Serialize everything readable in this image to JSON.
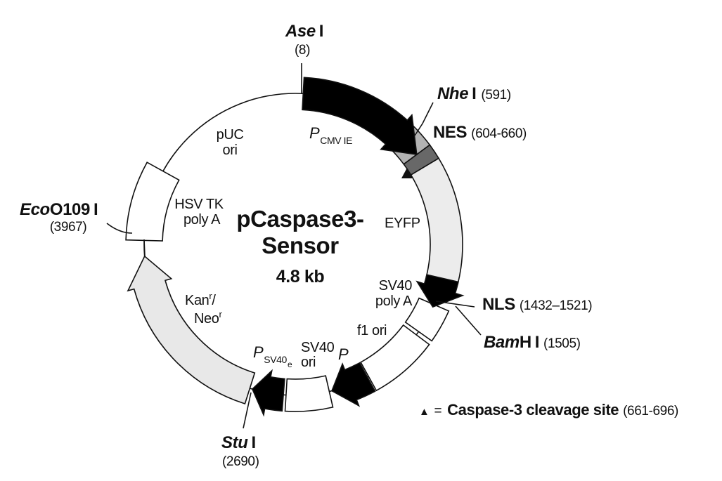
{
  "plasmid": {
    "title1": "pCaspase3-",
    "title2": "Sensor",
    "size": "4.8 kb",
    "sites": {
      "ase": {
        "it": "Ase",
        "b": "I",
        "num": "(8)"
      },
      "nhe": {
        "it": "Nhe",
        "b": "I",
        "num": "(591)"
      },
      "eco": {
        "it": "Eco",
        "b1": "O109",
        "b2": "I",
        "num": "(3967)"
      },
      "stu": {
        "it": "Stu",
        "b": "I",
        "num": "(2690)"
      },
      "bam": {
        "it": "Bam",
        "b1": "H",
        "b2": "I",
        "num": "(1505)"
      },
      "nes": {
        "b": "NES",
        "num": "(604-660)"
      },
      "nls": {
        "b": "NLS",
        "num": "(1432–1521)"
      }
    },
    "features": {
      "pcmv": {
        "p": "P",
        "sub": "CMV IE"
      },
      "eyfp": "EYFP",
      "sv40polya": {
        "l1": "SV40",
        "l2": "poly A"
      },
      "f1ori": "f1 ori",
      "pright": "P",
      "sv40ori": {
        "l1": "SV40",
        "l2": "ori"
      },
      "psv40e": {
        "p": "P",
        "sub": "SV40",
        "sub2": "e"
      },
      "kan": {
        "t": "Kan",
        "sup": "r",
        "slash": "/"
      },
      "neo": {
        "t": "Neo",
        "sup": "r"
      },
      "hsvtk": {
        "l1": "HSV TK",
        "l2": "poly A"
      },
      "puc": {
        "l1": "pUC",
        "l2": "ori"
      }
    },
    "legend": {
      "tri": "▲",
      "eq": "=",
      "text": "Caspase-3 cleavage site",
      "num": "(661-696)"
    },
    "colors": {
      "nes": "#b3b3b3",
      "cleavage": "#686868",
      "eyfp": "#ececec",
      "kanneo": "#e8e8e8",
      "black": "#000000",
      "white": "#ffffff"
    }
  }
}
